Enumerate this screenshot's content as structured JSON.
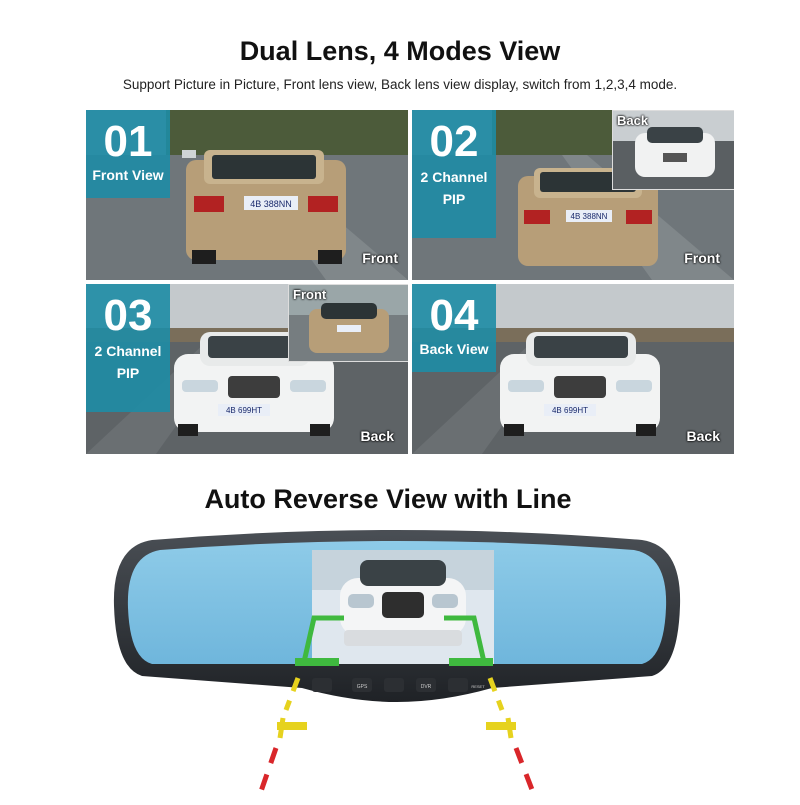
{
  "header": {
    "title": "Dual Lens, 4 Modes View",
    "subtitle": "Support Picture in Picture, Front lens view, Back lens view display, switch from 1,2,3,4 mode."
  },
  "panels": [
    {
      "number": "01",
      "label": "Front View",
      "corner_label": "Front"
    },
    {
      "number": "02",
      "label": "2 Channel PIP",
      "label_line1": "2 Channel",
      "label_line2": "PIP",
      "pip_label": "Back",
      "corner_label": "Front"
    },
    {
      "number": "03",
      "label": "2 Channel PIP",
      "label_line1": "2 Channel",
      "label_line2": "PIP",
      "pip_label": "Front",
      "corner_label": "Back"
    },
    {
      "number": "04",
      "label": "Back View",
      "corner_label": "Back"
    }
  ],
  "plates": {
    "front_car": "4B 388NN",
    "back_car": "4B 699HT"
  },
  "reverse": {
    "title": "Auto Reverse View with Line",
    "buttons": [
      "GPS",
      "DVR"
    ],
    "reset_label": "RESET"
  },
  "colors": {
    "badge": "#1e8ca5",
    "mirror_glass": "#8ecbe8",
    "guide_green": "#3fb93f",
    "guide_yellow": "#e6d21e",
    "guide_red": "#d9262a"
  }
}
